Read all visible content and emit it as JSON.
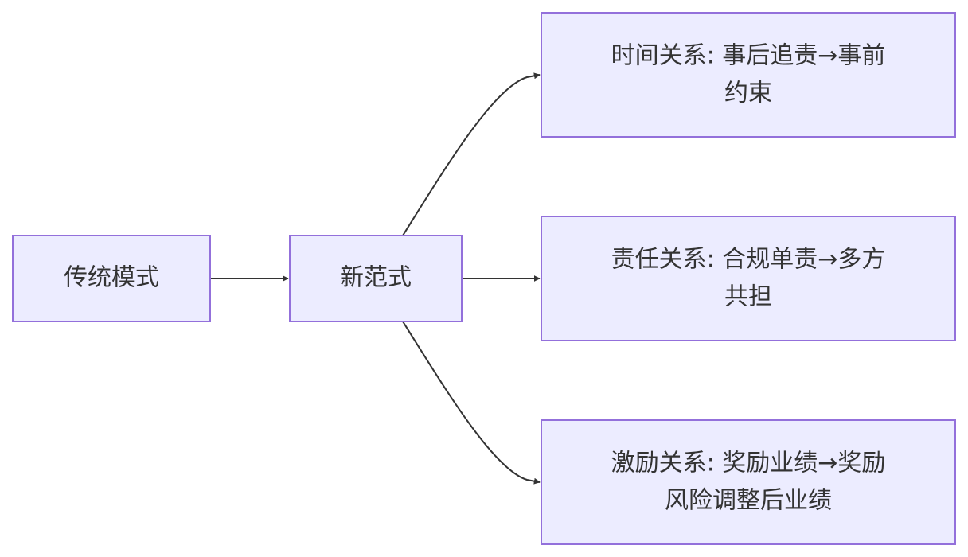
{
  "diagram": {
    "type": "flowchart",
    "colors": {
      "node_fill": "#ECECFF",
      "node_border": "#9370DB",
      "edge": "#333333",
      "text": "#333333"
    },
    "nodes": {
      "traditional": {
        "label": "传统模式"
      },
      "new_paradigm": {
        "label": "新范式"
      },
      "time": {
        "line1": "时间关系: 事后追责→事前",
        "line2": "约束"
      },
      "responsibility": {
        "line1": "责任关系: 合规单责→多方",
        "line2": "共担"
      },
      "incentive": {
        "line1": "激励关系: 奖励业绩→奖励",
        "line2": "风险调整后业绩"
      }
    },
    "edges": [
      {
        "from": "传统模式",
        "to": "新范式"
      },
      {
        "from": "新范式",
        "to": "时间关系: 事后追责→事前约束"
      },
      {
        "from": "新范式",
        "to": "责任关系: 合规单责→多方共担"
      },
      {
        "from": "新范式",
        "to": "激励关系: 奖励业绩→奖励风险调整后业绩"
      }
    ]
  }
}
